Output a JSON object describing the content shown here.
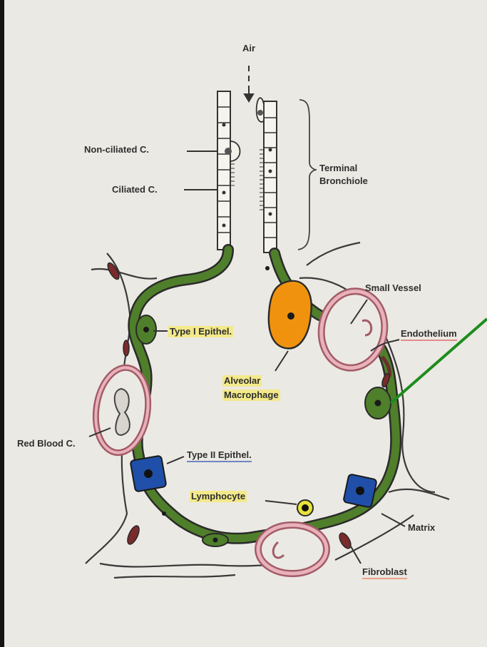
{
  "diagram": {
    "labels": {
      "air": "Air",
      "non_ciliated": "Non-ciliated C.",
      "ciliated": "Ciliated C.",
      "terminal_bronchiole_1": "Terminal",
      "terminal_bronchiole_2": "Bronchiole",
      "small_vessel": "Small Vessel",
      "endothelium": "Endothelium",
      "type1_epithel": "Type I Epithel.",
      "alveolar_macrophage_1": "Alveolar",
      "alveolar_macrophage_2": "Macrophage",
      "red_blood_c": "Red Blood C.",
      "type2_epithel": "Type II Epithel.",
      "lymphocyte": "Lymphocyte",
      "matrix": "Matrix",
      "fibroblast": "Fibroblast"
    },
    "colors": {
      "epithelium": "#4f7f2a",
      "macrophage": "#f0920e",
      "type2_cell": "#1f4fa8",
      "vessel": "#d99aa1",
      "lymphocyte": "#e9e23a",
      "annotation_arrow": "#1e8c1e"
    }
  }
}
